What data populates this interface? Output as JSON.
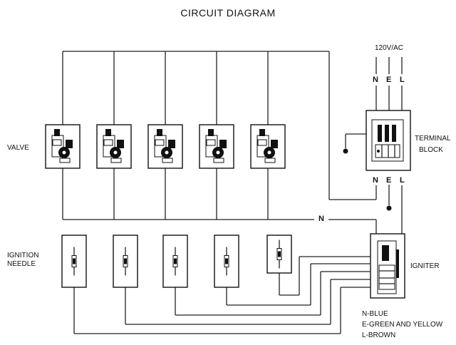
{
  "title": "CIRCUIT DIAGRAM",
  "labels": {
    "valve": "VALVE",
    "ignition_needle_line1": "IGNITION",
    "ignition_needle_line2": "NEEDLE",
    "terminal_block_line1": "TERMINAL",
    "terminal_block_line2": "BLOCK",
    "igniter": "IGNITER",
    "supply": "120V/AC",
    "neutral_bus": "N"
  },
  "terminal_top": [
    "N",
    "E",
    "L"
  ],
  "terminal_bottom": [
    "N",
    "E",
    "L"
  ],
  "legend": [
    "N-BLUE",
    "E-GREEN AND YELLOW",
    "L-BROWN"
  ],
  "valves": [
    {
      "id": 1
    },
    {
      "id": 2
    },
    {
      "id": 3
    },
    {
      "id": 4
    },
    {
      "id": 5
    }
  ],
  "needles": [
    {
      "id": 1
    },
    {
      "id": 2
    },
    {
      "id": 3
    },
    {
      "id": 4
    },
    {
      "id": 5
    }
  ]
}
